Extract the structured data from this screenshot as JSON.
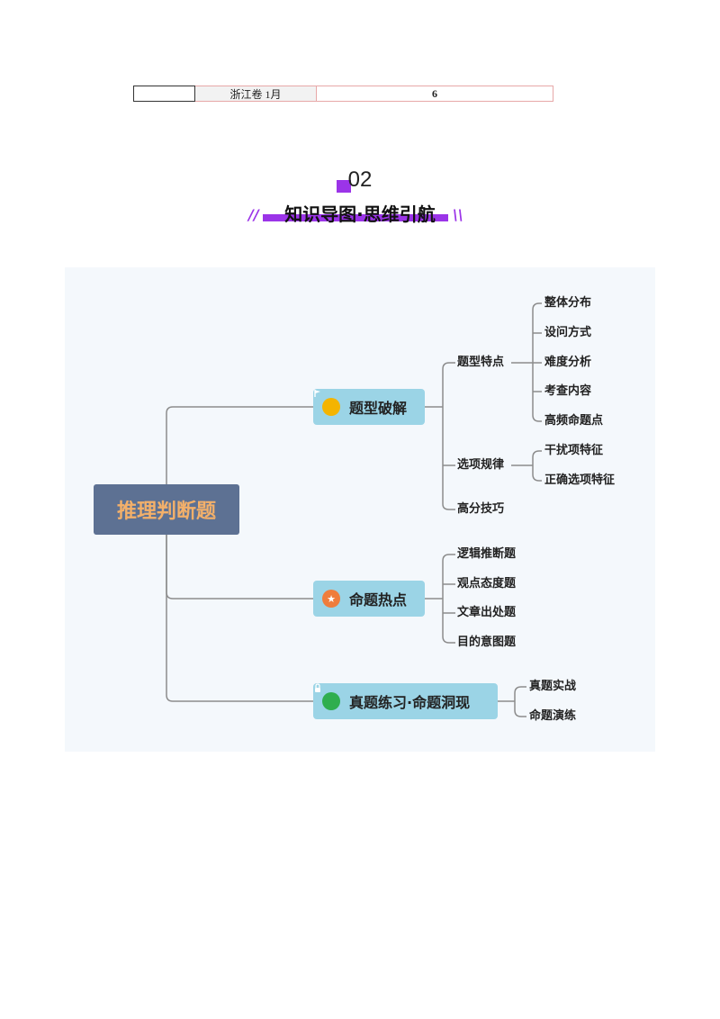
{
  "table": {
    "cell1": "",
    "cell2": "浙江卷 1月",
    "cell3": "6"
  },
  "section": {
    "number": "02",
    "title": "知识导图·思维引航",
    "slash_left": "//",
    "slash_right": "\\\\"
  },
  "mindmap": {
    "root": "推理判断题",
    "branches": [
      {
        "label": "题型破解",
        "icon": "flag-icon",
        "icon_color": "#f4b400"
      },
      {
        "label": "命题热点",
        "icon": "star-icon",
        "icon_color": "#ef7d3c"
      },
      {
        "label": "真题练习·命题洞现",
        "icon": "lock-icon",
        "icon_color": "#2fae4e"
      }
    ],
    "sub": {
      "tixing_tedian": "题型特点",
      "xuanxiang_guilv": "选项规律",
      "gaofen_jiqiao": "高分技巧",
      "tedian_items": [
        "整体分布",
        "设问方式",
        "难度分析",
        "考查内容",
        "高频命题点"
      ],
      "guilv_items": [
        "干扰项特征",
        "正确选项特征"
      ],
      "hot_items": [
        "逻辑推断题",
        "观点态度题",
        "文章出处题",
        "目的意图题"
      ],
      "practice_items": [
        "真题实战",
        "命题演练"
      ]
    }
  },
  "colors": {
    "accent": "#9b34e8",
    "root_bg": "#5d7193",
    "root_text": "#f3b06a",
    "branch_bg": "#9bd4e6",
    "map_bg": "#f4f8fc",
    "line": "#8c8c8c"
  }
}
